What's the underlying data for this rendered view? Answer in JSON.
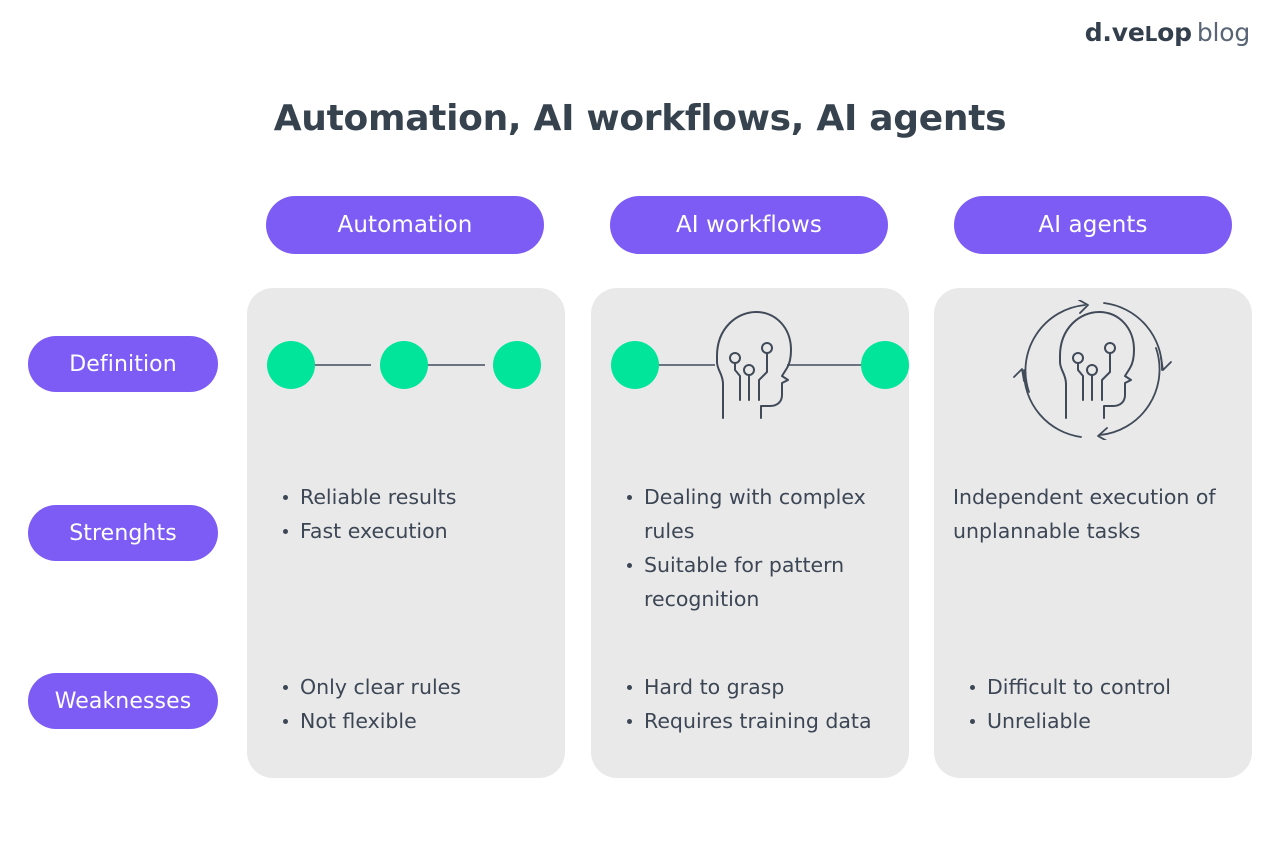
{
  "brand": {
    "name_bold_1": "d.ve",
    "name_smallcap": "L",
    "name_bold_2": "op",
    "name_light": "blog"
  },
  "header": {
    "title": "Automation, AI workflows, AI agents"
  },
  "colors": {
    "accent_purple": "#7D5CF6",
    "accent_green": "#00E599",
    "text_dark": "#3C4654",
    "card_bg": "#E9E9EA",
    "line_gray": "#6B7280",
    "page_bg": "#FFFFFF"
  },
  "columns": [
    {
      "label": "Automation"
    },
    {
      "label": "AI workflows"
    },
    {
      "label": "AI agents"
    }
  ],
  "rows": [
    {
      "label": "Definition"
    },
    {
      "label": "Strenghts"
    },
    {
      "label": "Weaknesses"
    }
  ],
  "definition_visuals": [
    {
      "icon": "three-nodes-chain-icon",
      "description": "three green circles connected by straight gray lines"
    },
    {
      "icon": "ai-head-between-nodes-icon",
      "description": "green circle, AI head outline with circuit nodes, green circle"
    },
    {
      "icon": "ai-head-circular-arrows-icon",
      "description": "AI head outline with circuit nodes surrounded by two circular arrows"
    }
  ],
  "strengths": [
    {
      "style": "bulleted",
      "items": [
        "Reliable results",
        "Fast execution"
      ]
    },
    {
      "style": "bulleted",
      "items": [
        "Dealing with complex rules",
        "Suitable for pattern recognition"
      ]
    },
    {
      "style": "plain",
      "items": [
        "Independent execution of unplannable tasks"
      ]
    }
  ],
  "weaknesses": [
    {
      "style": "bulleted",
      "items": [
        "Only clear rules",
        "Not flexible"
      ]
    },
    {
      "style": "bulleted",
      "items": [
        "Hard to grasp",
        "Requires training data"
      ]
    },
    {
      "style": "bulleted",
      "items": [
        "Difficult to control",
        "Unreliable"
      ]
    }
  ]
}
